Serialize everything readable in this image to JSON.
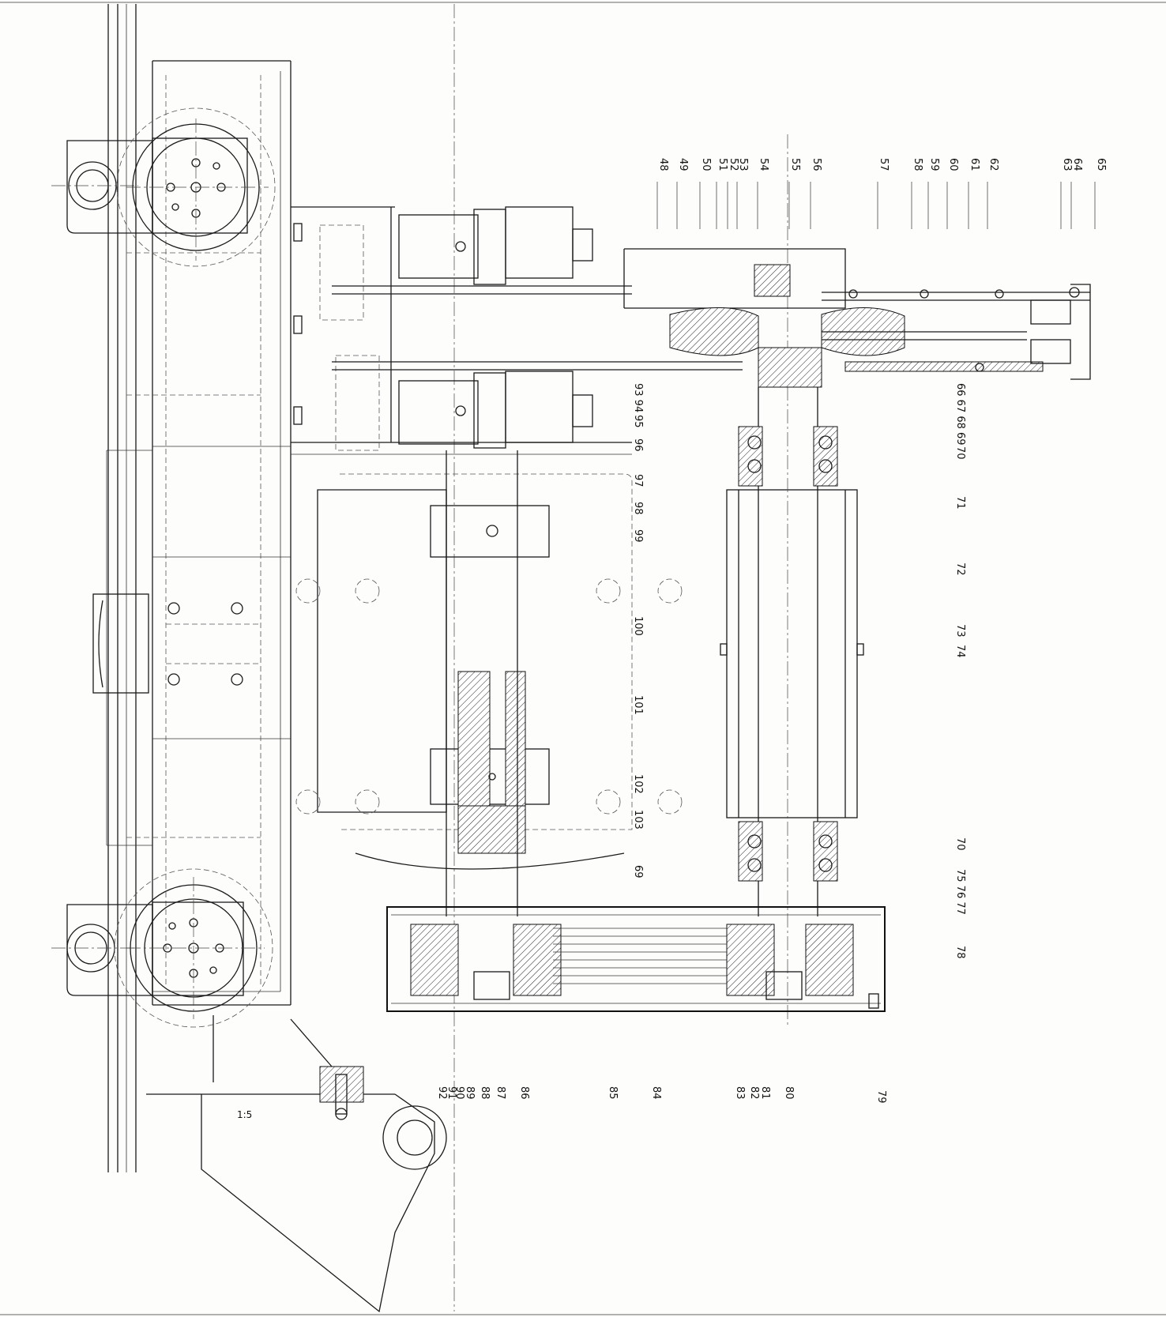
{
  "drawing": {
    "callouts_top": [
      "48",
      "49",
      "50",
      "51",
      "52",
      "53",
      "54",
      "55",
      "56",
      "57",
      "58",
      "59",
      "60",
      "61",
      "62",
      "63",
      "64",
      "65"
    ],
    "callouts_right": [
      "66 67 68 69",
      "70",
      "71",
      "72",
      "73",
      "74",
      "70",
      "75 76 77",
      "78"
    ],
    "callouts_mid": [
      "93 94",
      "95",
      "96",
      "97",
      "98",
      "99",
      "100",
      "101",
      "102",
      "103",
      "69"
    ],
    "callouts_bottom": [
      "92",
      "91",
      "90",
      "89",
      "88",
      "87",
      "86",
      "85",
      "84",
      "83",
      "82",
      "81",
      "80",
      "79"
    ],
    "scale_label": "1:5"
  }
}
